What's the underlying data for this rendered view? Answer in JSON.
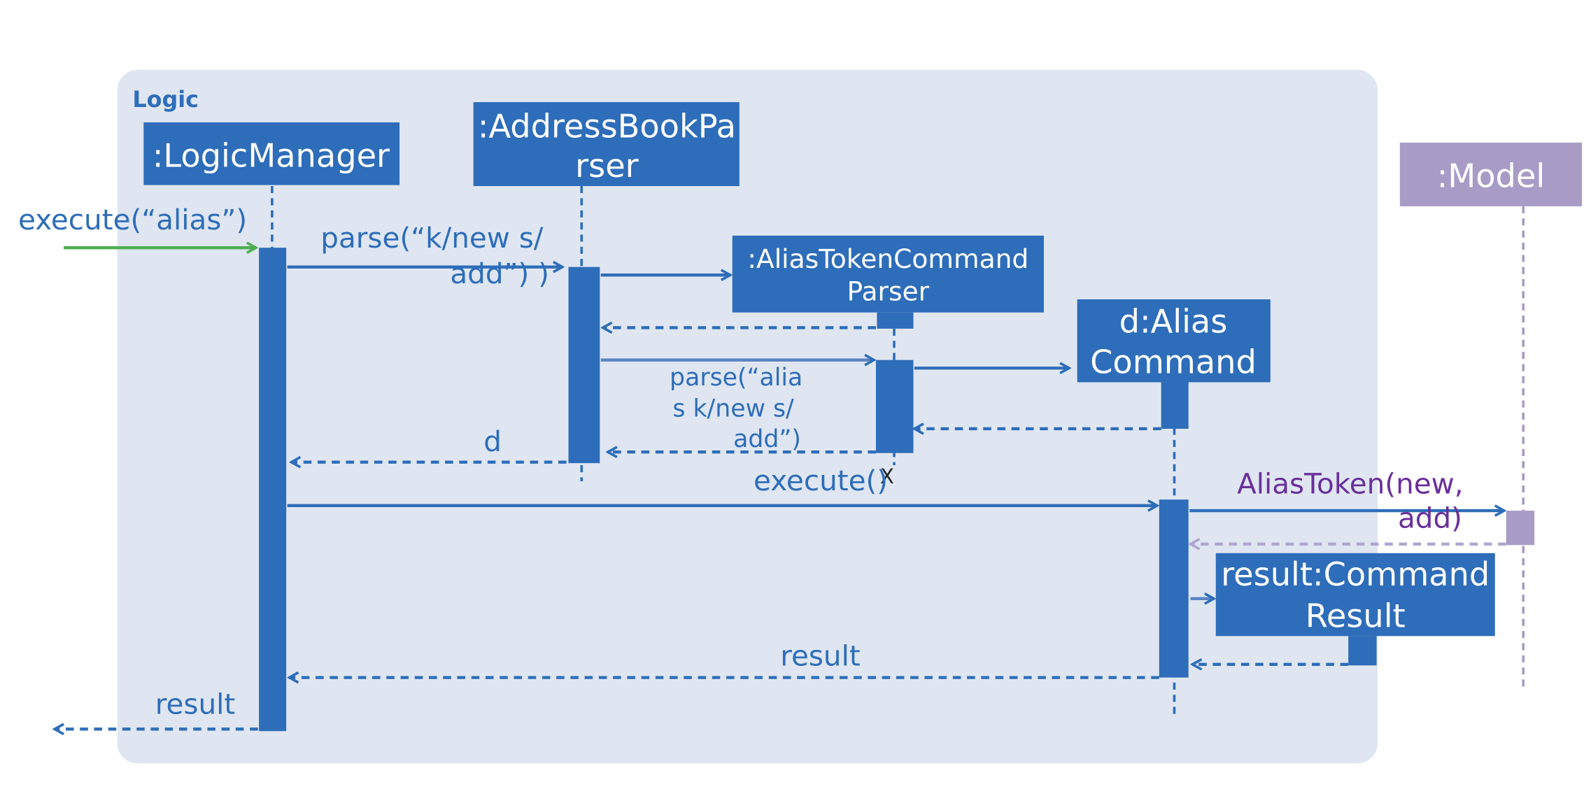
{
  "frame": {
    "label": "Logic"
  },
  "participants": {
    "logic_manager": {
      "label": ":LogicManager"
    },
    "address_book_parser": {
      "line1": ":AddressBookPa",
      "line2": "rser"
    },
    "alias_token_command_parser": {
      "line1": ":AliasTokenCommand",
      "line2": "Parser"
    },
    "alias_command": {
      "line1": "d:Alias",
      "line2": "Command"
    },
    "model": {
      "label": ":Model"
    },
    "command_result": {
      "line1": "result:Command",
      "line2": "Result"
    }
  },
  "messages": {
    "execute_alias": "execute(“alias”)",
    "parse_line1": "parse(“k/new s/",
    "parse_line2": "add”) )",
    "parse2_line1": "parse(“alia",
    "parse2_line2": "s k/new s/",
    "parse2_line3": "add”)",
    "return_d": "d",
    "destroy_mark": "X",
    "execute": "execute()",
    "alias_token_line1": "AliasToken(new,",
    "alias_token_line2": "add)",
    "return_result_inner": "result",
    "return_result_outer": "result"
  },
  "colors": {
    "frame_bg": "#dfe6f1",
    "primary_blue": "#2e6db9",
    "model_purple": "#a89cc6",
    "model_text_purple": "#6a2f9a",
    "found_message_green": "#4caf50"
  }
}
